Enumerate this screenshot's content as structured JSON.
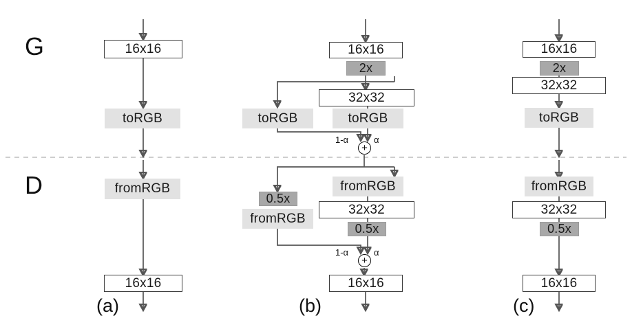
{
  "figure": {
    "title_letters": {
      "generator": "G",
      "discriminator": "D"
    },
    "captions": {
      "a": "(a)",
      "b": "(b)",
      "c": "(c)"
    },
    "divider": "dashed-horizontal-separator",
    "labels": {
      "res16": "16x16",
      "res32": "32x32",
      "to_rgb": "toRGB",
      "from_rgb": "fromRGB",
      "up2x": "2x",
      "down05x": "0.5x",
      "alpha": "α",
      "one_minus_alpha": "1-α",
      "plus": "+"
    },
    "colors": {
      "resolution_box_fill": "#ffffff",
      "resolution_box_stroke": "#3d3d3d",
      "rgb_box_fill": "#e2e2e2",
      "scale_box_fill": "#a8a8a8",
      "arrow_stroke": "#555555",
      "divider_stroke": "#bdbdbd",
      "text": "#111111"
    },
    "columns": [
      {
        "id": "a",
        "caption": "(a)",
        "generator_nodes": [
          {
            "name": "g-res-16",
            "type": "res",
            "label": "16x16"
          },
          {
            "name": "g-torgb",
            "type": "rgb",
            "label": "toRGB"
          }
        ],
        "discriminator_nodes": [
          {
            "name": "d-fromrgb",
            "type": "rgb",
            "label": "fromRGB"
          },
          {
            "name": "d-res-16",
            "type": "res",
            "label": "16x16"
          }
        ]
      },
      {
        "id": "b",
        "caption": "(b)",
        "generator_nodes": [
          {
            "name": "g-res-16",
            "type": "res",
            "label": "16x16"
          },
          {
            "name": "g-up-2x",
            "type": "scale",
            "label": "2x"
          },
          {
            "name": "g-res-32",
            "type": "res",
            "label": "32x32"
          },
          {
            "name": "g-torgb-left",
            "type": "rgb",
            "label": "toRGB"
          },
          {
            "name": "g-torgb-right",
            "type": "rgb",
            "label": "toRGB"
          }
        ],
        "generator_blend": {
          "left_weight": "1-α",
          "right_weight": "α",
          "op": "+"
        },
        "discriminator_nodes": [
          {
            "name": "d-fromrgb-right",
            "type": "rgb",
            "label": "fromRGB"
          },
          {
            "name": "d-down-05x-left",
            "type": "scale",
            "label": "0.5x"
          },
          {
            "name": "d-fromrgb-left",
            "type": "rgb",
            "label": "fromRGB"
          },
          {
            "name": "d-res-32",
            "type": "res",
            "label": "32x32"
          },
          {
            "name": "d-down-05x-right",
            "type": "scale",
            "label": "0.5x"
          },
          {
            "name": "d-res-16",
            "type": "res",
            "label": "16x16"
          }
        ],
        "discriminator_blend": {
          "left_weight": "1-α",
          "right_weight": "α",
          "op": "+"
        }
      },
      {
        "id": "c",
        "caption": "(c)",
        "generator_nodes": [
          {
            "name": "g-res-16",
            "type": "res",
            "label": "16x16"
          },
          {
            "name": "g-up-2x",
            "type": "scale",
            "label": "2x"
          },
          {
            "name": "g-res-32",
            "type": "res",
            "label": "32x32"
          },
          {
            "name": "g-torgb",
            "type": "rgb",
            "label": "toRGB"
          }
        ],
        "discriminator_nodes": [
          {
            "name": "d-fromrgb",
            "type": "rgb",
            "label": "fromRGB"
          },
          {
            "name": "d-res-32",
            "type": "res",
            "label": "32x32"
          },
          {
            "name": "d-down-05x",
            "type": "scale",
            "label": "0.5x"
          },
          {
            "name": "d-res-16",
            "type": "res",
            "label": "16x16"
          }
        ]
      }
    ]
  }
}
